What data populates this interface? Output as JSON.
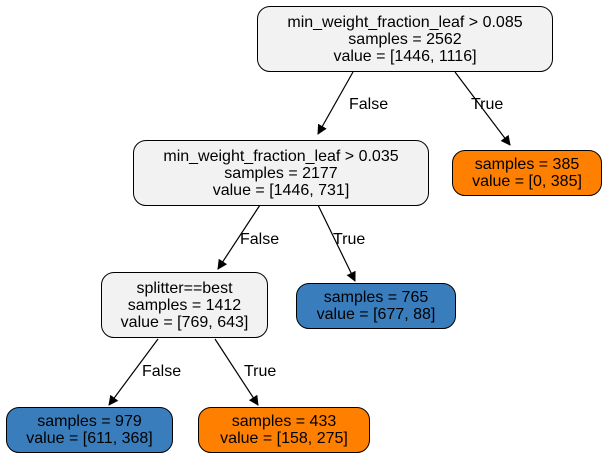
{
  "colors": {
    "split_fill": "#f2f2f2",
    "leaf_orange": "#ff7f00",
    "leaf_blue": "#3a7dbd",
    "edge": "#000000"
  },
  "nodes": {
    "root": {
      "condition": "min_weight_fraction_leaf > 0.085",
      "samples": "samples = 2562",
      "value": "value = [1446, 1116]"
    },
    "n1": {
      "condition": "min_weight_fraction_leaf > 0.035",
      "samples": "samples = 2177",
      "value": "value = [1446, 731]"
    },
    "leaf_right": {
      "samples": "samples = 385",
      "value": "value = [0, 385]"
    },
    "n2": {
      "condition": "splitter==best",
      "samples": "samples = 1412",
      "value": "value = [769, 643]"
    },
    "leaf_mid": {
      "samples": "samples = 765",
      "value": "value = [677, 88]"
    },
    "leaf_ll": {
      "samples": "samples = 979",
      "value": "value = [611, 368]"
    },
    "leaf_lr": {
      "samples": "samples = 433",
      "value": "value = [158, 275]"
    }
  },
  "edges": {
    "root_false": "False",
    "root_true": "True",
    "n1_false": "False",
    "n1_true": "True",
    "n2_false": "False",
    "n2_true": "True"
  }
}
